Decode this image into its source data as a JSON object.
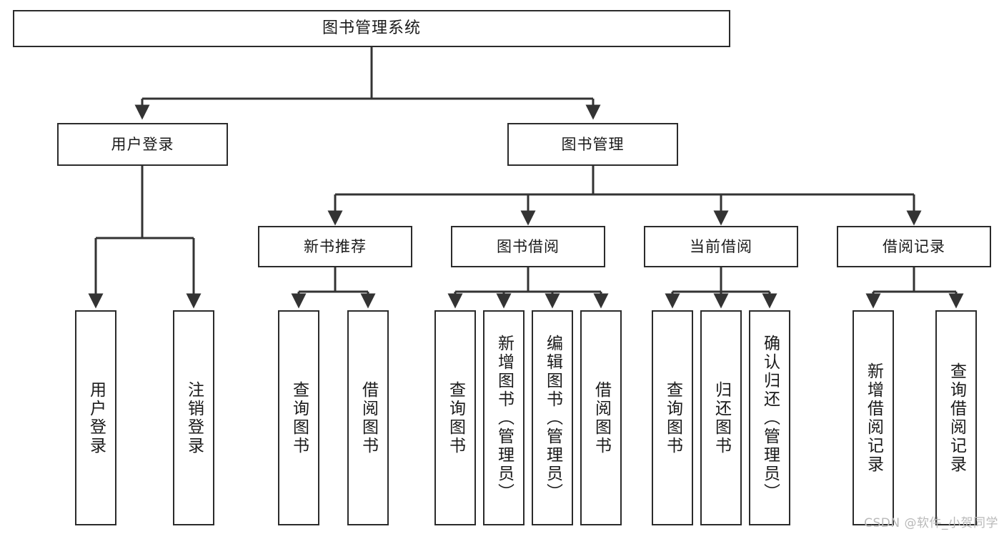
{
  "diagram": {
    "type": "tree-hierarchy",
    "title": "图书管理系统",
    "watermark": "CSDN @软件_小贺同学",
    "colors": {
      "box_border": "#2b2b2b",
      "box_fill": "#ffffff",
      "connector": "#333333",
      "text": "#1a1a1a",
      "watermark": "#b9b9b9"
    },
    "nodes": {
      "root": {
        "label": "图书管理系统"
      },
      "level1": [
        {
          "label": "用户登录"
        },
        {
          "label": "图书管理"
        }
      ],
      "level2": [
        {
          "label": "新书推荐"
        },
        {
          "label": "图书借阅"
        },
        {
          "label": "当前借阅"
        },
        {
          "label": "借阅记录"
        }
      ],
      "leaves_user_login": [
        {
          "label": "用户登录"
        },
        {
          "label": "注销登录"
        }
      ],
      "leaves_new_book": [
        {
          "label": "查询图书"
        },
        {
          "label": "借阅图书"
        }
      ],
      "leaves_borrow": [
        {
          "label": "查询图书"
        },
        {
          "label": "新增图书（管理员）"
        },
        {
          "label": "编辑图书（管理员）"
        },
        {
          "label": "借阅图书"
        }
      ],
      "leaves_current": [
        {
          "label": "查询图书"
        },
        {
          "label": "归还图书"
        },
        {
          "label": "确认归还（管理员）"
        }
      ],
      "leaves_records": [
        {
          "label": "新增借阅记录"
        },
        {
          "label": "查询借阅记录"
        }
      ]
    }
  }
}
